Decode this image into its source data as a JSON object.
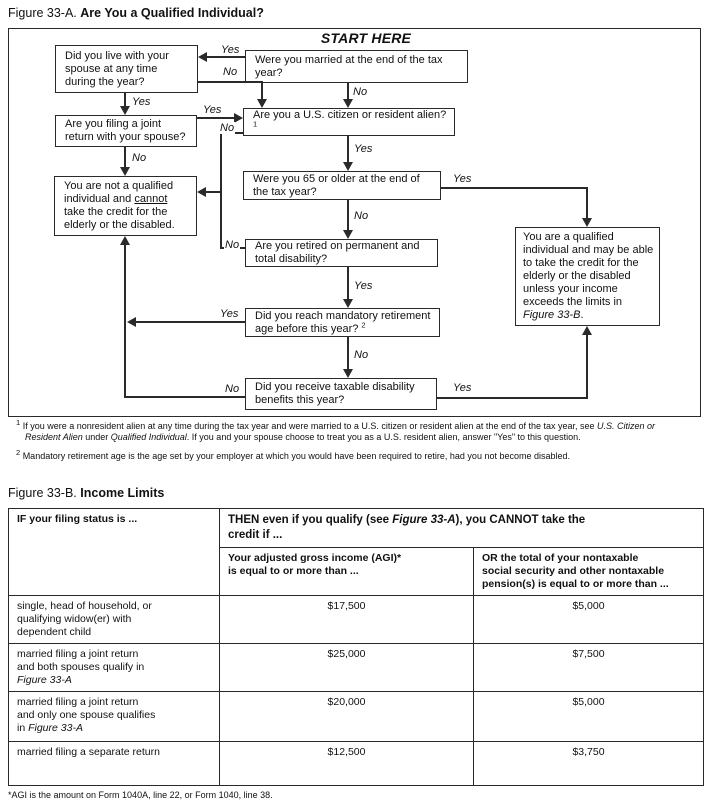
{
  "figure_a": {
    "title_label": "Figure 33-A.",
    "title_text": "Are You a Qualified Individual?",
    "start_here": "START HERE",
    "labels": {
      "yes": "Yes",
      "no": "No"
    },
    "boxes": {
      "married": "Were you married at the end of the tax\nyear?",
      "live_with_spouse": "Did you live with your\nspouse at any time\nduring the year?",
      "citizen": "Are you a U.S. citizen or resident alien? ",
      "citizen_sup": "1",
      "joint_return": "Are you filing a joint\nreturn with your spouse?",
      "not_qualified_pre": "You are not a qualified\nindividual and ",
      "not_qualified_u": "cannot",
      "not_qualified_post": "\ntake the credit for the\nelderly or the disabled.",
      "age_65": "Were you 65 or older at the end of\nthe tax year?",
      "retired_disability": "Are you retired on permanent and\ntotal disability?",
      "mandatory_age": "Did you reach mandatory retirement\nage before this year? ",
      "mandatory_age_sup": "2",
      "taxable_benefits": "Did you receive taxable disability\nbenefits this year?",
      "qualified_pre": "You are a qualified\nindividual and may be able\nto take the credit for the\nelderly or the disabled\nunless your income\nexceeds the limits in\n",
      "qualified_i": "Figure 33-B",
      "qualified_post": "."
    },
    "footnote1_sup": "1",
    "footnote1_a": "If you were a nonresident alien at any time during the tax year and were married to a U.S. citizen or resident alien at the end of the tax year, see ",
    "footnote1_i1": "U.S. Citizen or\nResident Alien",
    "footnote1_b": " under ",
    "footnote1_i2": "Qualified Individual",
    "footnote1_c": ". If you and your spouse choose to treat you as a U.S. resident alien, answer \"Yes\" to this question.",
    "footnote2_sup": "2",
    "footnote2": "Mandatory retirement age is the age set by your employer at which you would have been required to retire, had you not become disabled."
  },
  "figure_b": {
    "title_label": "Figure 33-B.",
    "title_text": "Income Limits",
    "header": {
      "if_status": "IF your filing status is ...",
      "then_a": "THEN even if you qualify (see ",
      "then_i": "Figure 33-A",
      "then_b": "), you CANNOT take the\ncredit if ...",
      "agi": "Your adjusted gross income (AGI)*\nis equal to or more than ...",
      "pension": "OR the total of your nontaxable\nsocial security and other nontaxable\npension(s) is equal to or more than ..."
    },
    "rows": [
      {
        "status": "single, head of household, or\nqualifying widow(er) with\ndependent child",
        "status_i": "",
        "agi": "$17,500",
        "pension": "$5,000"
      },
      {
        "status": "married filing a joint return\nand both spouses qualify in\n",
        "status_i": "Figure 33-A",
        "agi": "$25,000",
        "pension": "$7,500"
      },
      {
        "status": "married filing a joint return\nand only one spouse qualifies\nin ",
        "status_i": "Figure 33-A",
        "agi": "$20,000",
        "pension": "$5,000"
      },
      {
        "status": "married filing a separate return",
        "status_i": "",
        "agi": "$12,500",
        "pension": "$3,750"
      }
    ],
    "footnote": "*AGI is the amount on Form 1040A, line 22, or Form 1040, line 38."
  }
}
